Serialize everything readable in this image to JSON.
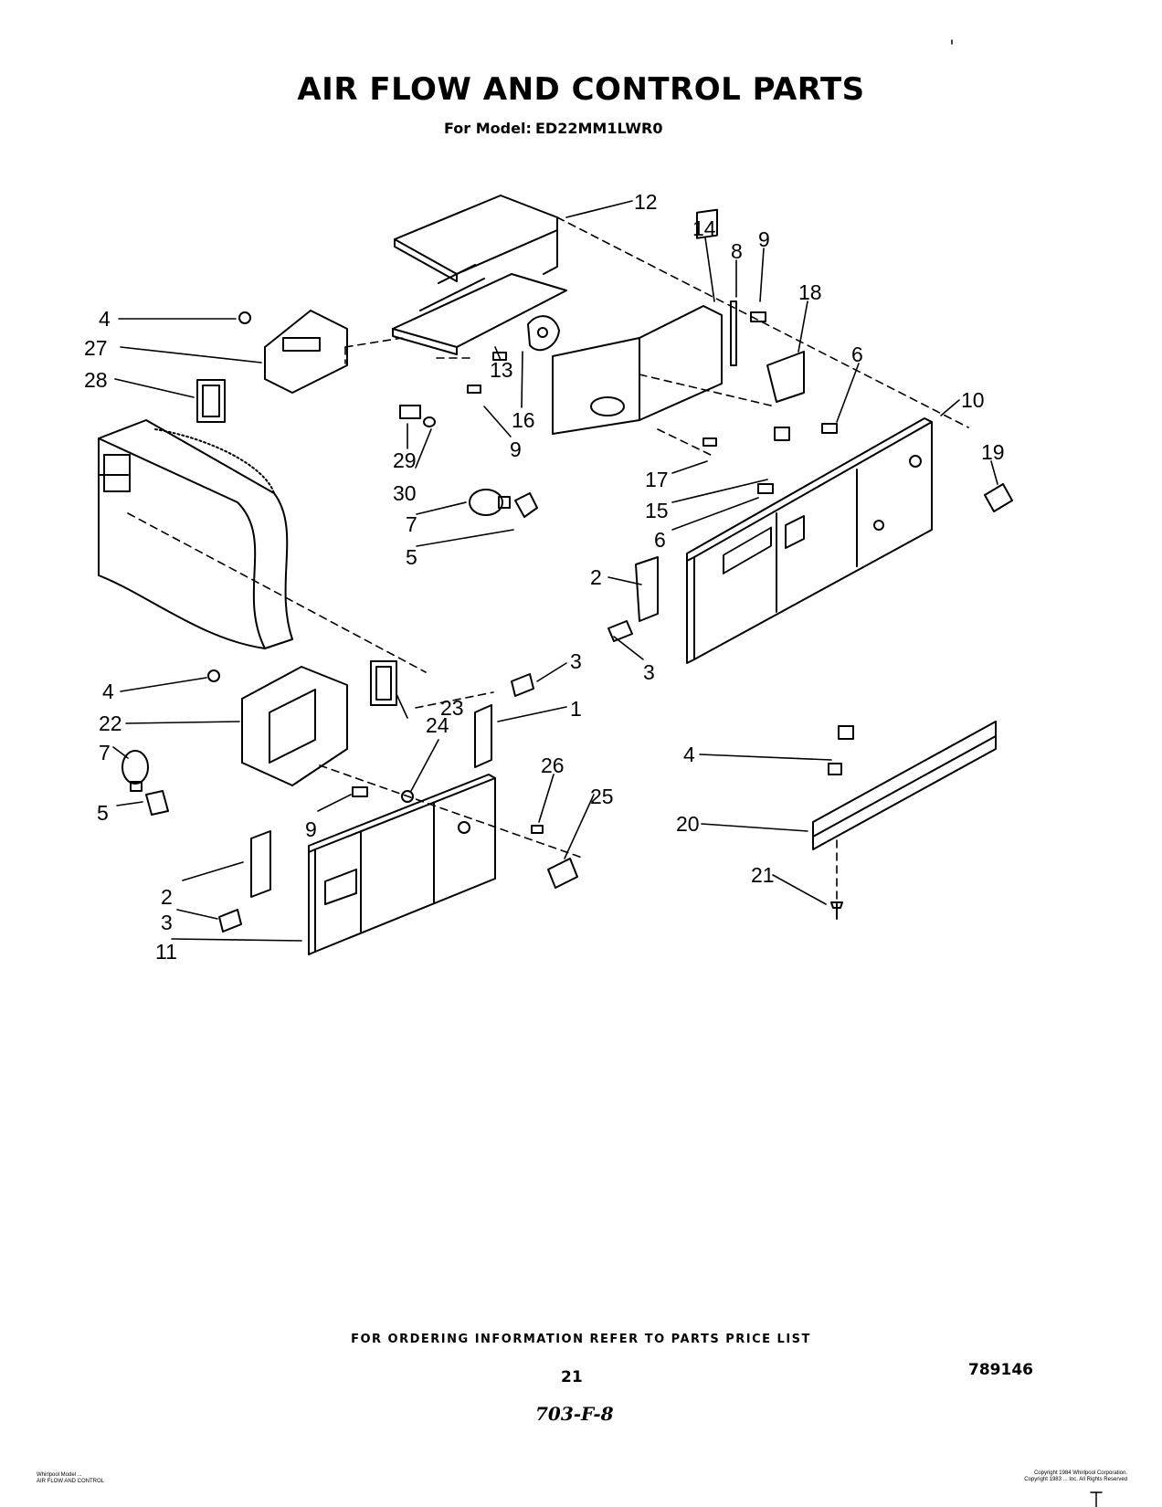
{
  "header": {
    "title": "AIR FLOW AND CONTROL PARTS",
    "model_label": "For Model:",
    "model_id": "ED22MM1LWR0"
  },
  "callouts": {
    "c1": "1",
    "c2a": "2",
    "c2b": "2",
    "c3a": "3",
    "c3b": "3",
    "c3c": "3",
    "c4a": "4",
    "c4b": "4",
    "c4c": "4",
    "c5a": "5",
    "c5b": "5",
    "c6a": "6",
    "c6b": "6",
    "c7a": "7",
    "c7b": "7",
    "c8": "8",
    "c9a": "9",
    "c9b": "9",
    "c9c": "9",
    "c10": "10",
    "c11": "11",
    "c12": "12",
    "c13": "13",
    "c14": "14",
    "c15": "15",
    "c16": "16",
    "c17": "17",
    "c18": "18",
    "c19": "19",
    "c20": "20",
    "c21": "21",
    "c22": "22",
    "c23": "23",
    "c24": "24",
    "c25": "25",
    "c26": "26",
    "c27": "27",
    "c28": "28",
    "c29": "29",
    "c30": "30"
  },
  "footer": {
    "ordering_note": "FOR ORDERING INFORMATION REFER TO PARTS PRICE LIST",
    "page_number": "21",
    "doc_number": "789146",
    "handwritten_note": "703-F-8",
    "left_small_line1": "Whirlpool Model ...",
    "left_small_line2": "AIR FLOW AND CONTROL",
    "right_small_line1": "Copyright 1984 Whirlpool Corporation.",
    "right_small_line2": "Copyright 1983 ... Inc. All Rights Reserved"
  }
}
